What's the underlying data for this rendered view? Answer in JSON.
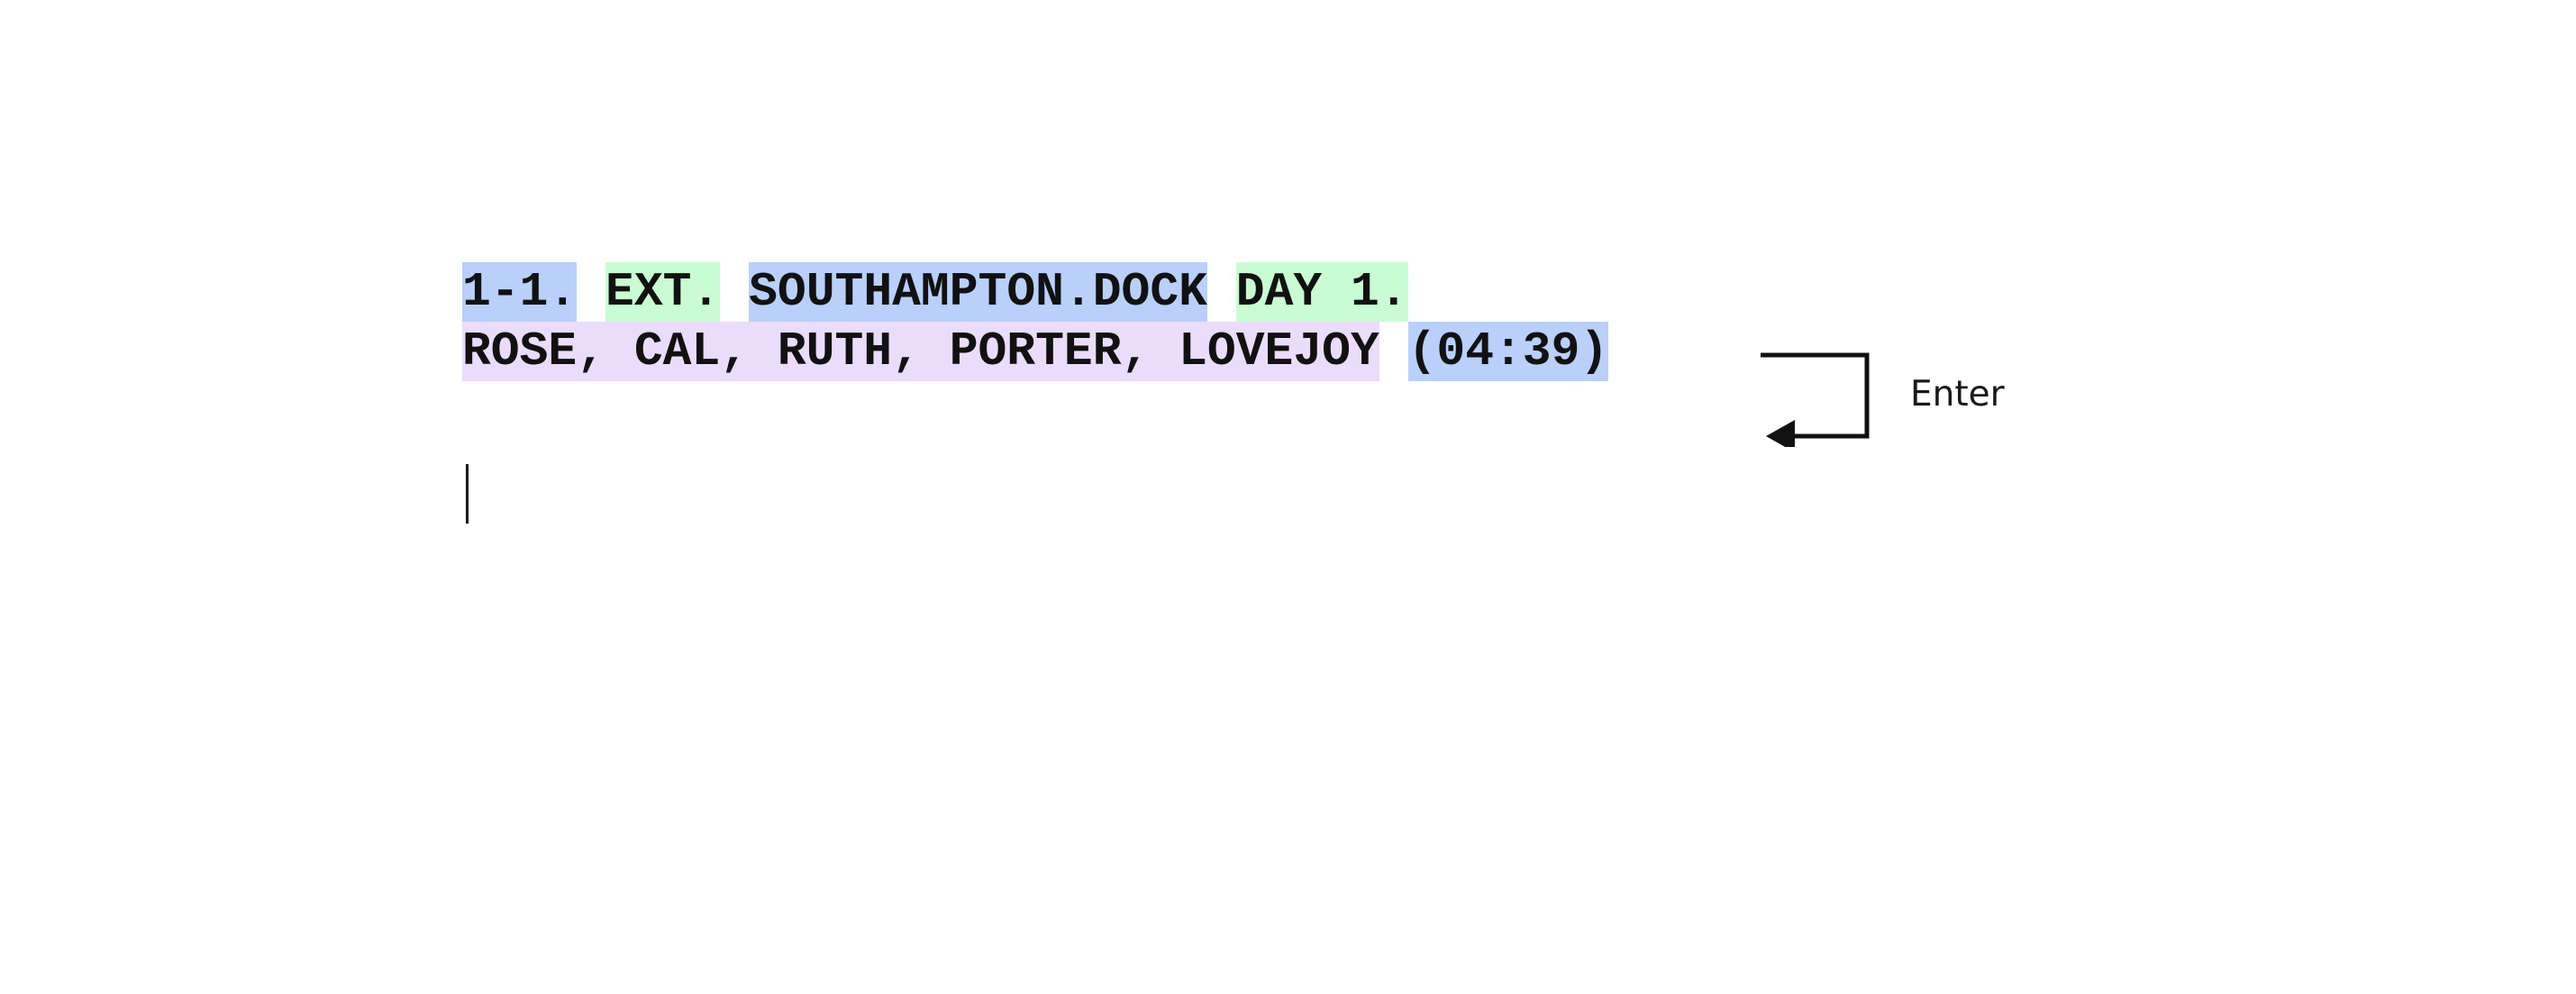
{
  "editor": {
    "scene_heading": {
      "scene_number": "1-1.",
      "int_ext": "EXT.",
      "location": "SOUTHAMPTON.DOCK",
      "time": "DAY 1."
    },
    "characters_line": {
      "characters": "ROSE, CAL, RUTH, PORTER, LOVEJOY",
      "duration": "(04:39)"
    }
  },
  "key_hint": {
    "label": "Enter",
    "icon": "return-arrow-icon"
  },
  "colors": {
    "highlight_blue": "#b9d0fb",
    "highlight_green": "#c9fcd3",
    "highlight_purple": "#ebdcfb",
    "text": "#111111"
  }
}
